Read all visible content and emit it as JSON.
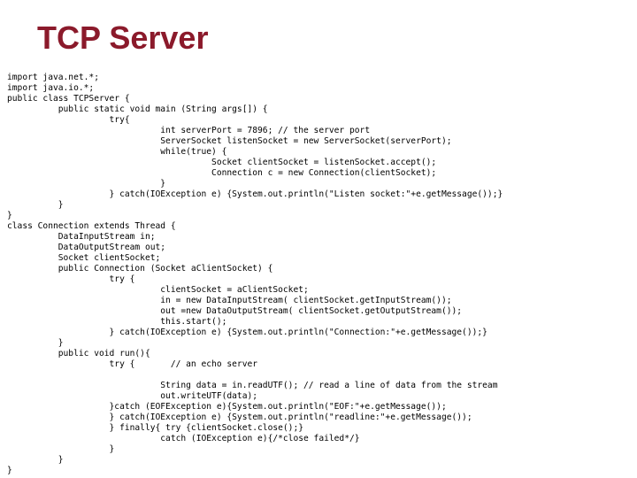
{
  "slide": {
    "title": "TCP Server"
  },
  "code": {
    "lines": [
      "import java.net.*;",
      "import java.io.*;",
      "public class TCPServer {",
      "          public static void main (String args[]) {",
      "                    try{",
      "                              int serverPort = 7896; // the server port",
      "                              ServerSocket listenSocket = new ServerSocket(serverPort);",
      "                              while(true) {",
      "                                        Socket clientSocket = listenSocket.accept();",
      "                                        Connection c = new Connection(clientSocket);",
      "                              }",
      "                    } catch(IOException e) {System.out.println(\"Listen socket:\"+e.getMessage());}",
      "          }",
      "}",
      "class Connection extends Thread {",
      "          DataInputStream in;",
      "          DataOutputStream out;",
      "          Socket clientSocket;",
      "          public Connection (Socket aClientSocket) {",
      "                    try {",
      "                              clientSocket = aClientSocket;",
      "                              in = new DataInputStream( clientSocket.getInputStream());",
      "                              out =new DataOutputStream( clientSocket.getOutputStream());",
      "                              this.start();",
      "                    } catch(IOException e) {System.out.println(\"Connection:\"+e.getMessage());}",
      "          }",
      "          public void run(){",
      "                    try {       // an echo server",
      "",
      "                              String data = in.readUTF(); // read a line of data from the stream",
      "                              out.writeUTF(data);",
      "                    }catch (EOFException e){System.out.println(\"EOF:\"+e.getMessage());",
      "                    } catch(IOException e) {System.out.println(\"readline:\"+e.getMessage());",
      "                    } finally{ try {clientSocket.close();}",
      "                              catch (IOException e){/*close failed*/}",
      "                    }",
      "          }",
      "}"
    ]
  }
}
